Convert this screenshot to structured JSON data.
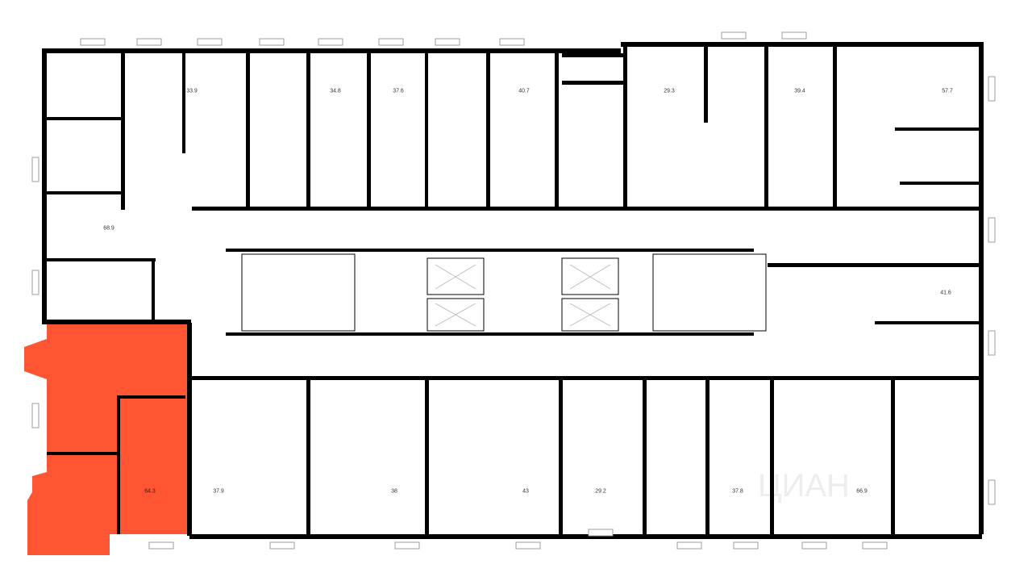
{
  "plan": {
    "selected_apartment_area": "64.3",
    "highlight_color": "#FF5533",
    "apartments": [
      {
        "id": "apt-68-9",
        "area": "68.9"
      },
      {
        "id": "apt-33-9",
        "area": "33.9"
      },
      {
        "id": "apt-34-8",
        "area": "34.8"
      },
      {
        "id": "apt-37-6",
        "area": "37.6"
      },
      {
        "id": "apt-40-7",
        "area": "40.7"
      },
      {
        "id": "apt-29-3",
        "area": "29.3"
      },
      {
        "id": "apt-39-4",
        "area": "39.4"
      },
      {
        "id": "apt-57-7",
        "area": "57.7"
      },
      {
        "id": "apt-41-6",
        "area": "41.6"
      },
      {
        "id": "apt-37-9",
        "area": "37.9"
      },
      {
        "id": "apt-38",
        "area": "38"
      },
      {
        "id": "apt-43",
        "area": "43"
      },
      {
        "id": "apt-29-2",
        "area": "29.2"
      },
      {
        "id": "apt-37-8",
        "area": "37.8"
      },
      {
        "id": "apt-66-9",
        "area": "66.9"
      }
    ]
  },
  "watermark": "ЦИАН"
}
